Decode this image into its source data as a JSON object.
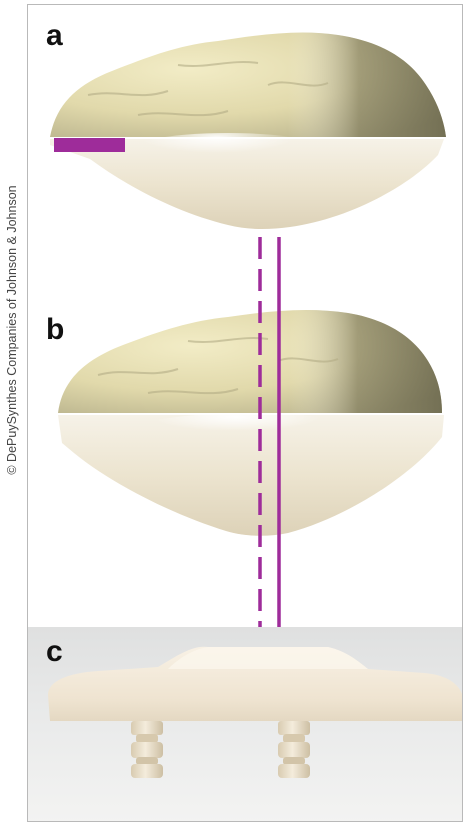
{
  "copyright": "© DePuySynthes Companies of Johnson & Johnson",
  "panels": [
    {
      "label": "a"
    },
    {
      "label": "b"
    },
    {
      "label": "c"
    }
  ],
  "colors": {
    "bone": "#e6dfb4",
    "bone_shadow": "#8f8a6a",
    "implant": "#f1ebdc",
    "marker": "#9e2c9a",
    "panel_c_background": "#e4e5e5"
  }
}
